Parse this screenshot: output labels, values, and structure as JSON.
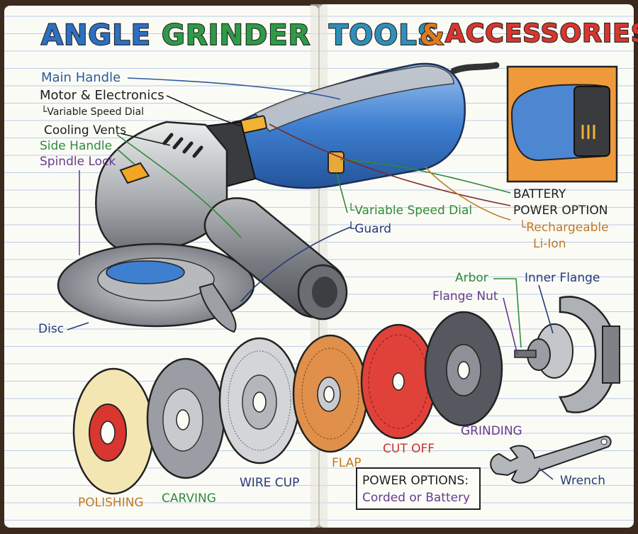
{
  "title": {
    "words": [
      {
        "text": "ANGLE",
        "color": "#2f6fc0"
      },
      {
        "text": "GRINDER",
        "color": "#2f9a47"
      },
      {
        "text": "TOOLS",
        "color": "#2f8fb8"
      },
      {
        "text": "&",
        "color": "#e07a1f"
      },
      {
        "text": "ACCESSORIES",
        "color": "#d8362f"
      }
    ]
  },
  "labels": {
    "main_handle": "Main Handle",
    "motor": "Motor & Electronics",
    "speed_dial_sub": "└Variable Speed Dial",
    "cooling_vents": "Cooling Vents",
    "side_handle": "Side Handle",
    "spindle_lock": "Spindle Lock",
    "variable_speed_dial": "└Variable Speed Dial",
    "guard": "└Guard",
    "disc": "Disc",
    "battery_line1": "BATTERY",
    "battery_line2": "POWER OPTION",
    "rechargeable": "└Rechargeable",
    "li_ion": "Li-Ion",
    "arbor": "Arbor",
    "inner_flange": "Inner Flange",
    "flange_nut": "Flange Nut",
    "grinding": "GRINDING",
    "cut_off": "CUT OFF",
    "flap": "FLAP",
    "wire_cup": "WIRE CUP",
    "carving": "CARVING",
    "polishing": "POLISHING",
    "wrench": "Wrench",
    "power_options_title": "POWER OPTIONS:",
    "power_options_value": "Corded or Battery"
  },
  "colors": {
    "blue_label": "#2a5aa0",
    "black_label": "#1e1e1e",
    "green_label": "#2f8a3a",
    "purple_label": "#6a3a8f",
    "orange_label": "#c07a1f",
    "red_label": "#c8322c",
    "navy_label": "#253a7a",
    "tool_blue": "#3f7fd0",
    "tool_grey": "#9a9da3",
    "battery_orange": "#ef9a3a",
    "paper": "#fbfbf6",
    "rule_line": "#b9cde6",
    "margin_line": "#e7a3a3"
  }
}
